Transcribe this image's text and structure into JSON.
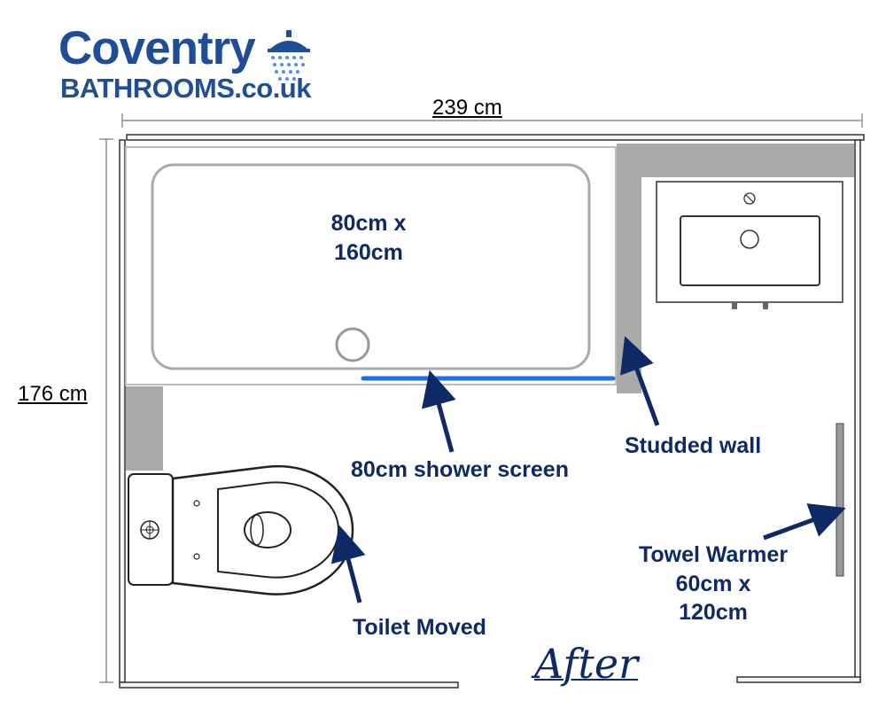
{
  "logo": {
    "line1": "Coventry",
    "line2": "BATHROOMS.co.uk",
    "icon": "shower-head-icon"
  },
  "dimensions": {
    "width": "239 cm",
    "height": "176 cm"
  },
  "labels": {
    "shower_tray_line1": "80cm x",
    "shower_tray_line2": "160cm",
    "shower_screen": "80cm shower screen",
    "studded_wall": "Studded wall",
    "toilet": "Toilet Moved",
    "towel_line1": "Towel Warmer",
    "towel_line2": "60cm x",
    "towel_line3": "120cm"
  },
  "title": "After",
  "colors": {
    "brand_blue": "#1f4e96",
    "label_navy": "#0d2a66",
    "screen_blue": "#1e6fe0",
    "wall_gray": "#aaaaaa",
    "arrow_navy": "#0d2a66"
  }
}
